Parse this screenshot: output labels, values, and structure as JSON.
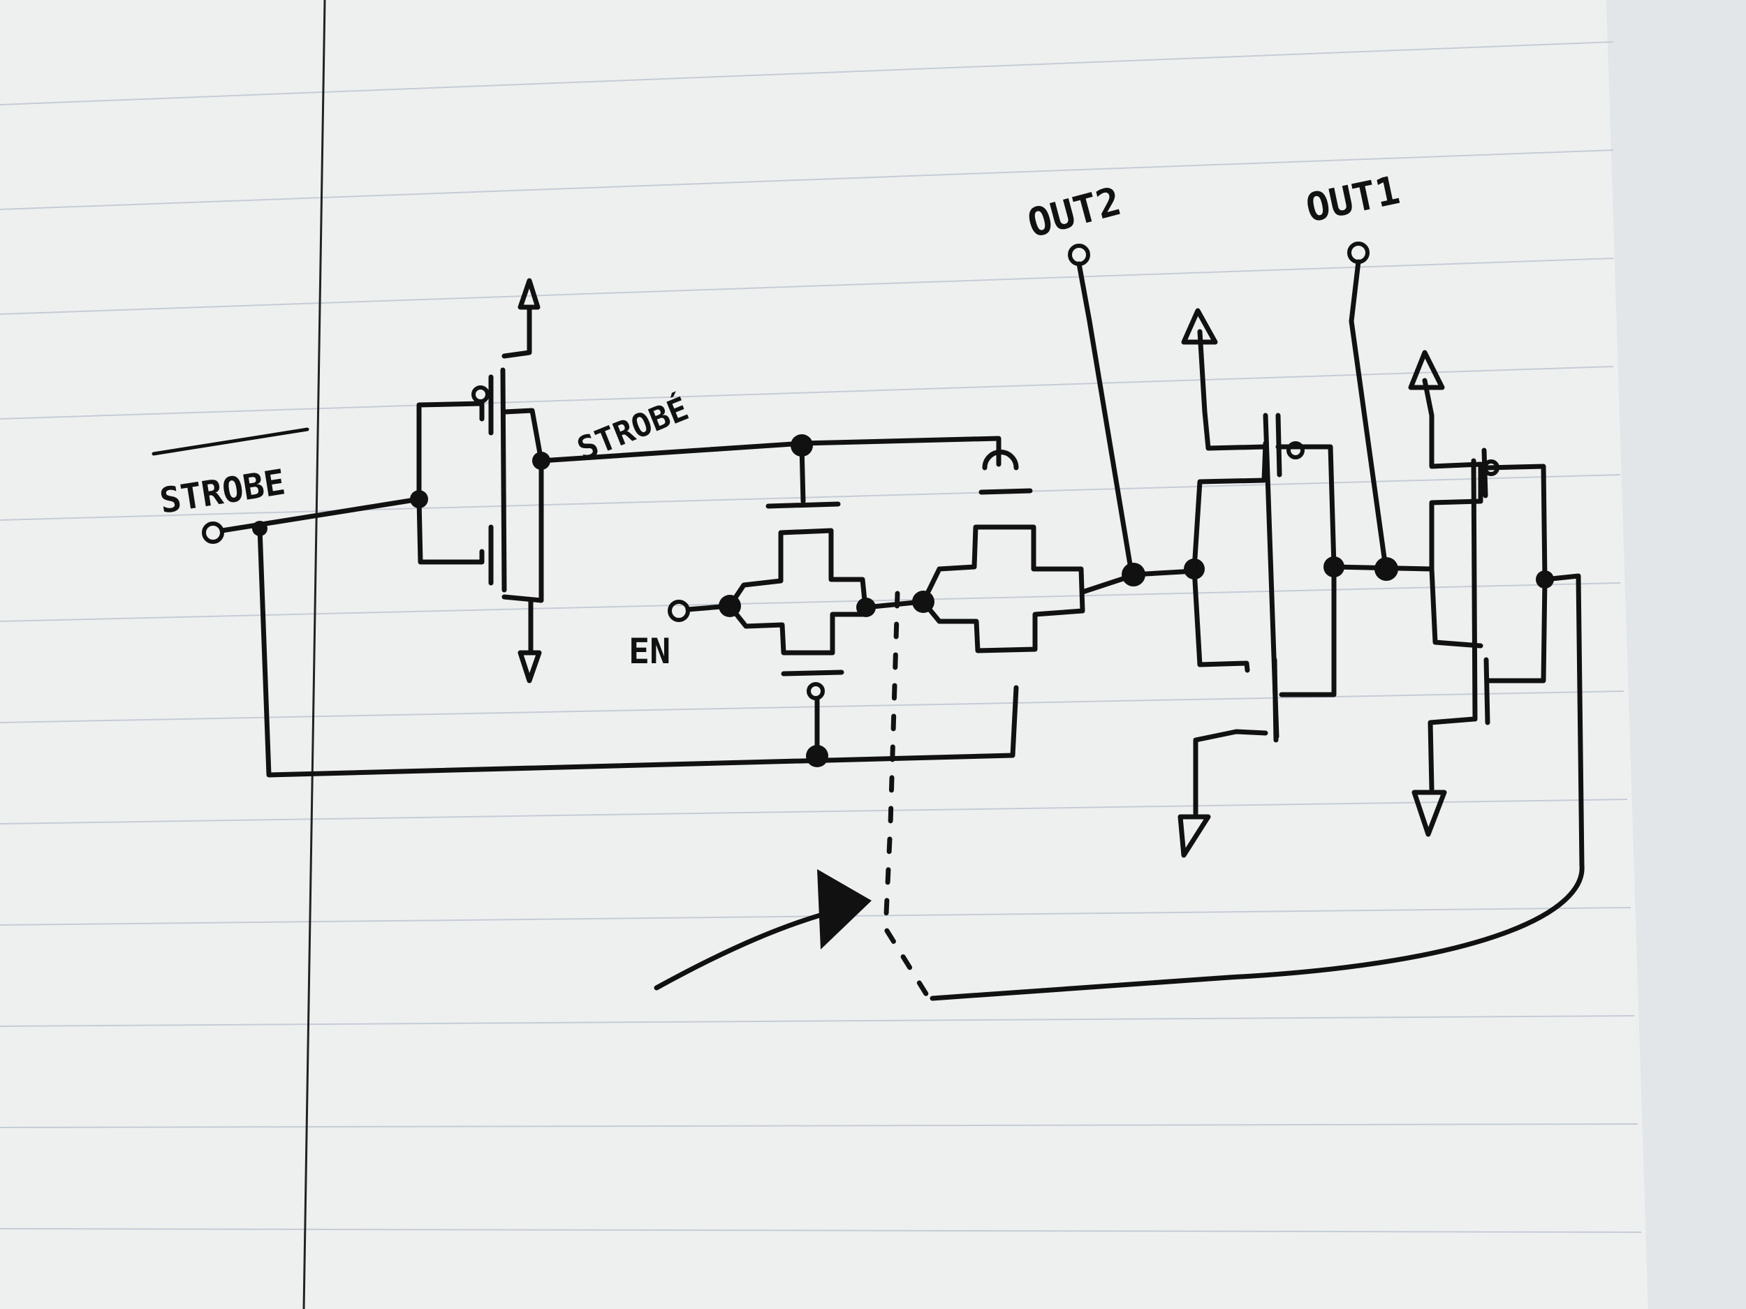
{
  "labels": {
    "strobe_bar": "STROBE",
    "strobe": "STROBÉ",
    "en": "EN",
    "out2": "OUT2",
    "out1": "OUT1"
  },
  "colors": {
    "paper": "#eef0f0",
    "ink": "#111111",
    "rule_line": "#c5ccd4",
    "background": "#d9dde0"
  }
}
